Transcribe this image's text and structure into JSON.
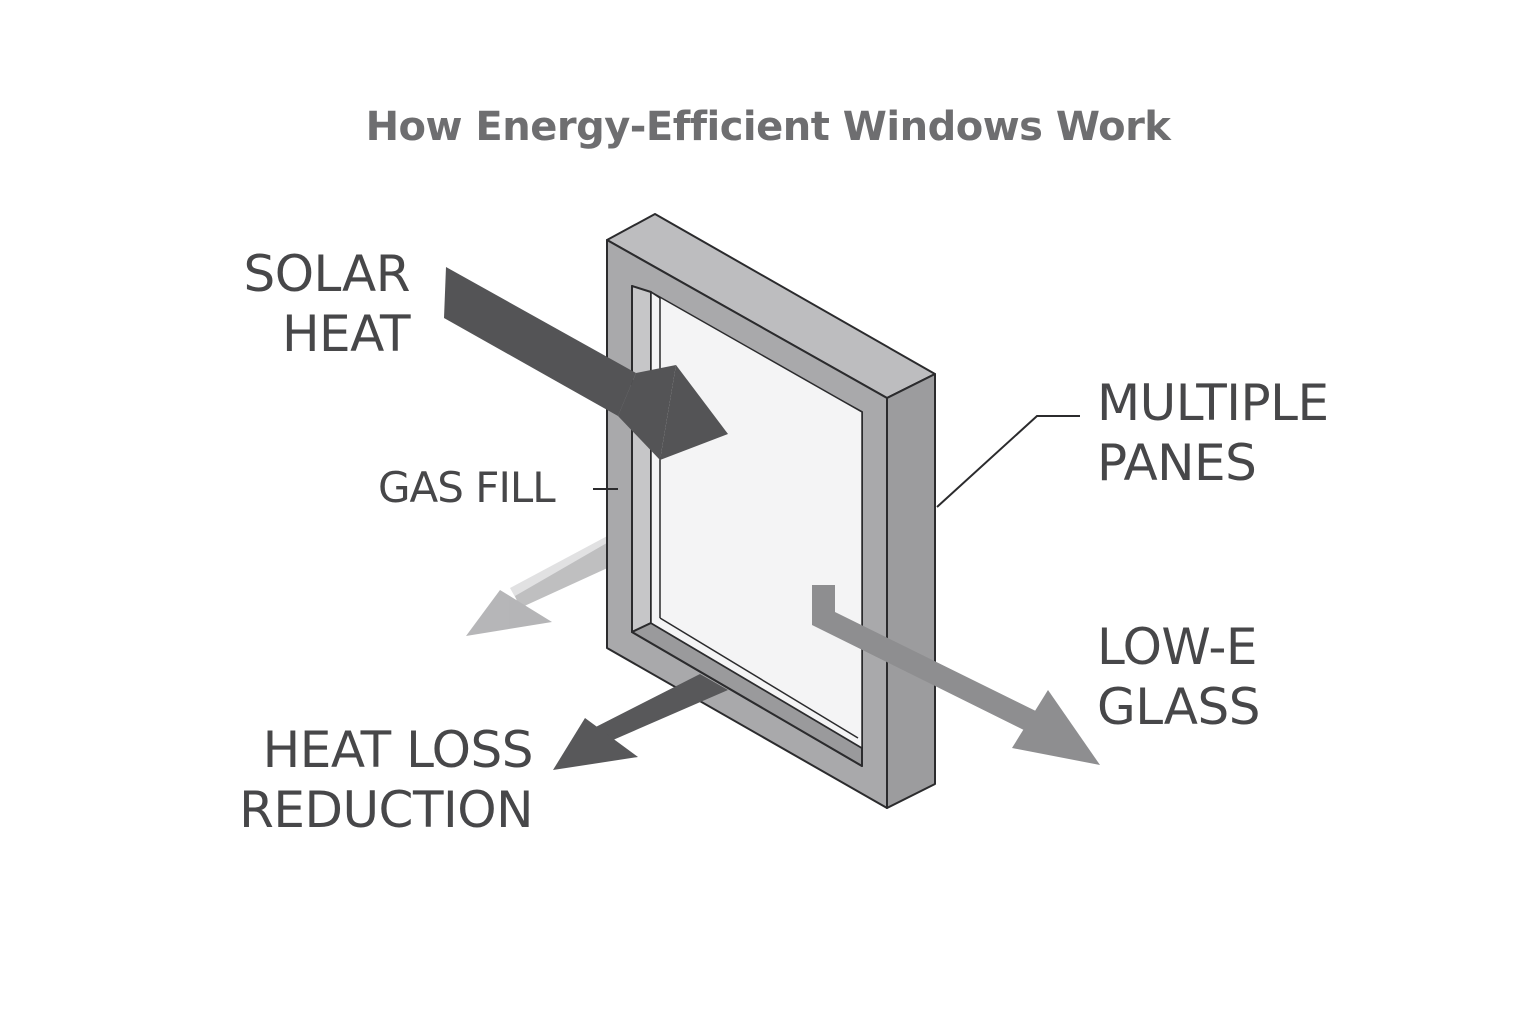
{
  "title": "How Energy-Efficient Windows Work",
  "labels": {
    "solar_heat": [
      "SOLAR",
      "HEAT"
    ],
    "gas_fill": "GAS FILL",
    "multiple_panes": [
      "MULTIPLE",
      "PANES"
    ],
    "low_e_glass": [
      "LOW-E",
      "GLASS"
    ],
    "heat_loss_reduction": [
      "HEAT LOSS",
      "REDUCTION"
    ]
  },
  "colors": {
    "title": "#6e6e70",
    "label_text": "#474749",
    "frame_face": "#a9a9ab",
    "frame_side": "#9c9c9e",
    "frame_outline": "#2b2b2d",
    "solar_arrow": "#545456",
    "loss_arrow": "#58585a",
    "outgoing_arrow": "#8e8e90",
    "faint_arrow": "#b4b4b6"
  }
}
